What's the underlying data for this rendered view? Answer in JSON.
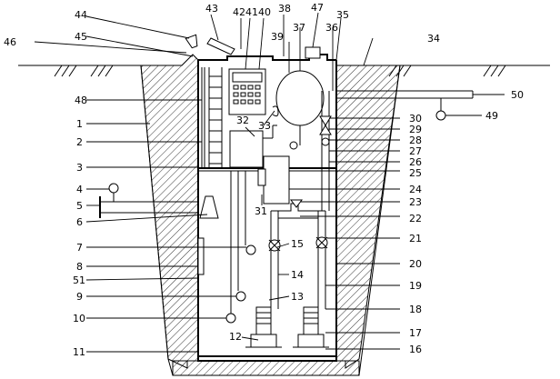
{
  "labels": [
    "1",
    "2",
    "3",
    "4",
    "5",
    "6",
    "7",
    "8",
    "51",
    "9",
    "10",
    "11",
    "43",
    "44",
    "45",
    "46",
    "48",
    "42",
    "41",
    "40",
    "38",
    "39",
    "37",
    "47",
    "36",
    "35",
    "34",
    "32",
    "33",
    "30",
    "29",
    "28",
    "27",
    "26",
    "25",
    "24",
    "23",
    "22",
    "21",
    "20",
    "19",
    "18",
    "17",
    "16",
    "31",
    "15",
    "14",
    "13",
    "12",
    "50",
    "49"
  ],
  "panel": {
    "keypad_rows": 3,
    "keypad_cols": 4
  }
}
